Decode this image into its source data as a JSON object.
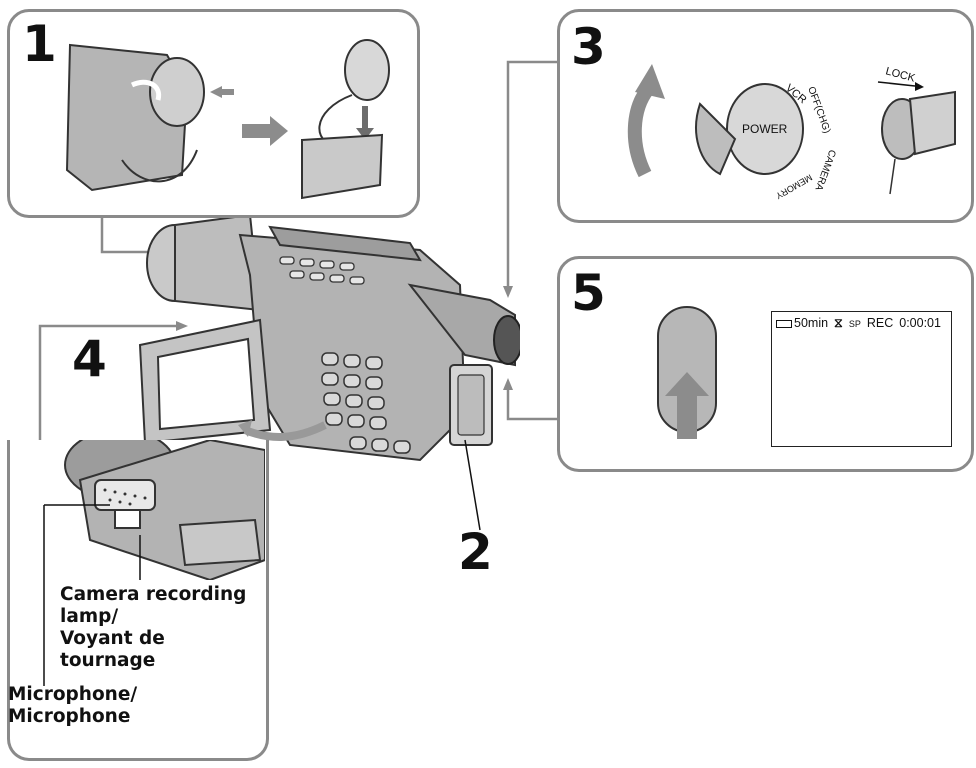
{
  "steps": {
    "step1": "1",
    "step2": "2",
    "step3": "3",
    "step4": "4",
    "step5": "5"
  },
  "mode_dial": {
    "power": "POWER",
    "vcr": "VCR",
    "off_chg": "OFF(CHG)",
    "camera": "CAMERA",
    "memory": "MEMORY",
    "lock": "LOCK"
  },
  "viewfinder_display": {
    "battery": "50min",
    "tape_mode": "SP",
    "status": "REC",
    "counter": "0:00:01"
  },
  "callouts": {
    "recording_lamp": [
      "Camera recording",
      "lamp/",
      "Voyant de",
      "tournage"
    ],
    "microphone": [
      "Microphone/",
      "Microphone"
    ]
  },
  "colors": {
    "panel_border": "#8a8a8a",
    "arrow_gray": "#8c8c8c",
    "body_gray": "#b9b9b9",
    "dark_gray": "#6d6d6d"
  }
}
